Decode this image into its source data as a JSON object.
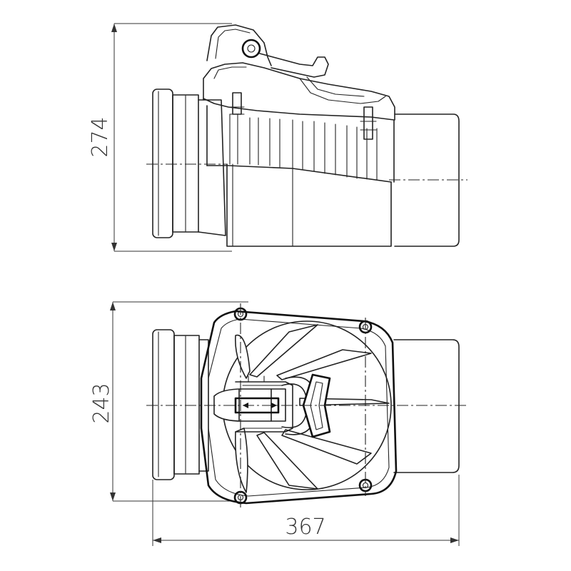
{
  "dimensions": {
    "side_height": "274",
    "top_width": "243",
    "overall_length": "367"
  },
  "colors": {
    "line": "#222222",
    "background": "#ffffff"
  }
}
